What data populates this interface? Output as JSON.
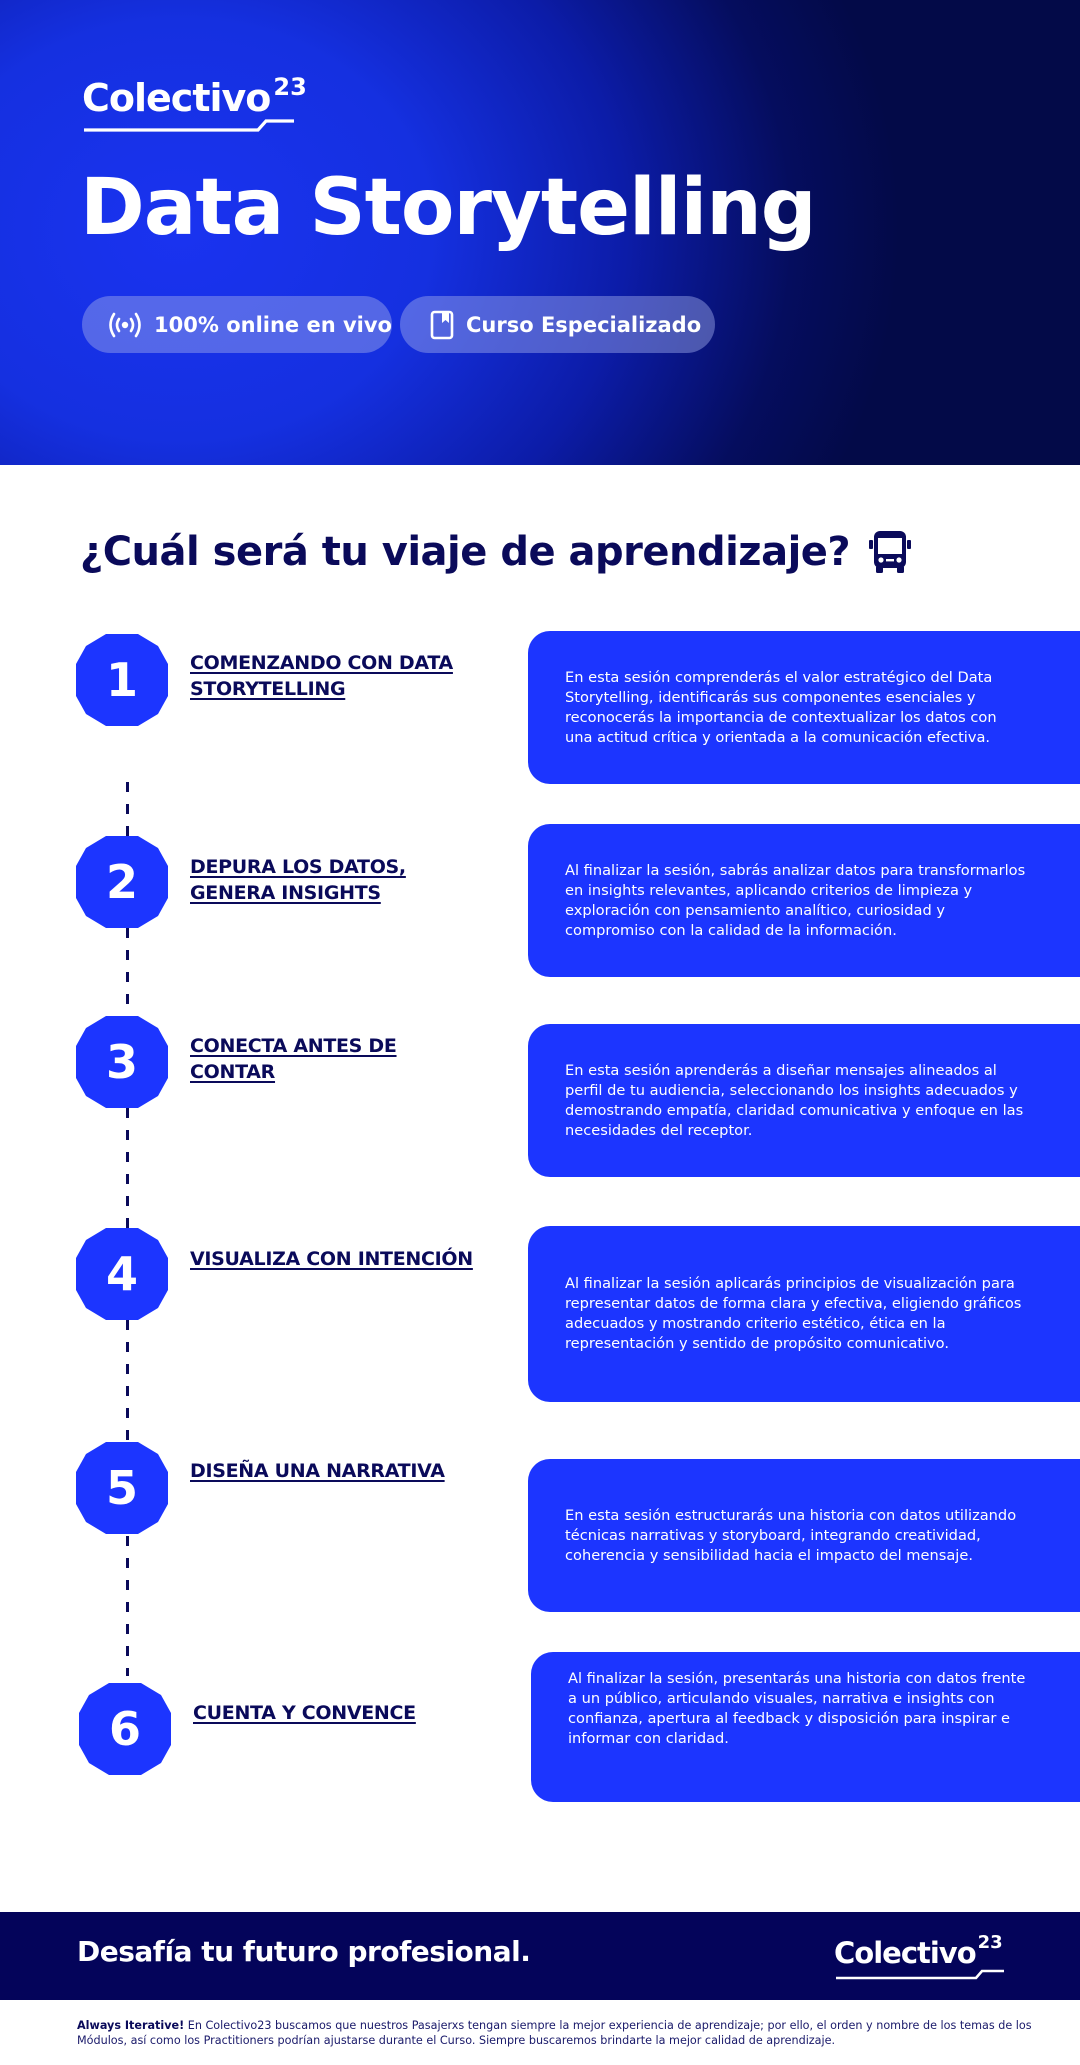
{
  "colors": {
    "brand_blue": "#1c35ff",
    "navy": "#0a0a5a",
    "footer_navy": "#04045a",
    "hero_gradient_start": "#1a33f0",
    "hero_gradient_end": "#030a48",
    "pill_bg": "rgba(160,170,235,0.45)",
    "white": "#ffffff"
  },
  "brand": {
    "name": "Colectivo",
    "superscript": "23"
  },
  "hero": {
    "title": "Data Storytelling",
    "pills": [
      {
        "icon": "broadcast-icon",
        "label": "100% online en vivo"
      },
      {
        "icon": "bookmark-book-icon",
        "label": "Curso Especializado"
      }
    ]
  },
  "journey": {
    "title": "¿Cuál será tu viaje de aprendizaje?",
    "title_icon": "bus-icon",
    "steps": [
      {
        "number": "1",
        "title": "COMENZANDO CON DATA STORYTELLING",
        "description": "En esta sesión comprenderás el valor estratégico del Data Storytelling, identificarás sus componentes esenciales y reconocerás la importancia de contextualizar los datos con una actitud crítica y orientada a la comunicación efectiva."
      },
      {
        "number": "2",
        "title": "DEPURA LOS DATOS, GENERA INSIGHTS",
        "description": "Al finalizar la sesión, sabrás analizar datos para transformarlos en insights relevantes, aplicando criterios de limpieza y exploración con pensamiento analítico, curiosidad y compromiso con la calidad de la información."
      },
      {
        "number": "3",
        "title": "CONECTA ANTES DE CONTAR",
        "description": "En esta sesión aprenderás a diseñar mensajes alineados al perfil de tu audiencia, seleccionando los insights adecuados y demostrando empatía, claridad comunicativa y enfoque en las necesidades del receptor."
      },
      {
        "number": "4",
        "title": "VISUALIZA CON INTENCIÓN",
        "description": "Al finalizar la sesión aplicarás principios de visualización para representar datos de forma clara y efectiva, eligiendo gráficos adecuados y mostrando criterio estético, ética en la representación y sentido de propósito comunicativo."
      },
      {
        "number": "5",
        "title": "DISEÑA UNA NARRATIVA",
        "description": "En esta sesión estructurarás una historia con datos utilizando técnicas narrativas y storyboard, integrando creatividad, coherencia y sensibilidad hacia el impacto del mensaje."
      },
      {
        "number": "6",
        "title": "CUENTA Y CONVENCE",
        "description": "Al finalizar la sesión, presentarás una historia con datos frente a un público, articulando visuales, narrativa e insights con confianza, apertura al feedback y disposición para inspirar e informar con claridad."
      }
    ]
  },
  "footer": {
    "tagline": "Desafía tu futuro profesional.",
    "disclaimer_bold": "Always Iterative!",
    "disclaimer_text": " En Colectivo23 buscamos que nuestros Pasajerxs tengan siempre la mejor experiencia de aprendizaje; por ello, el orden y nombre de los temas de los Módulos, así como los Practitioners podrían ajustarse durante el Curso. Siempre buscaremos brindarte la mejor calidad de aprendizaje."
  }
}
